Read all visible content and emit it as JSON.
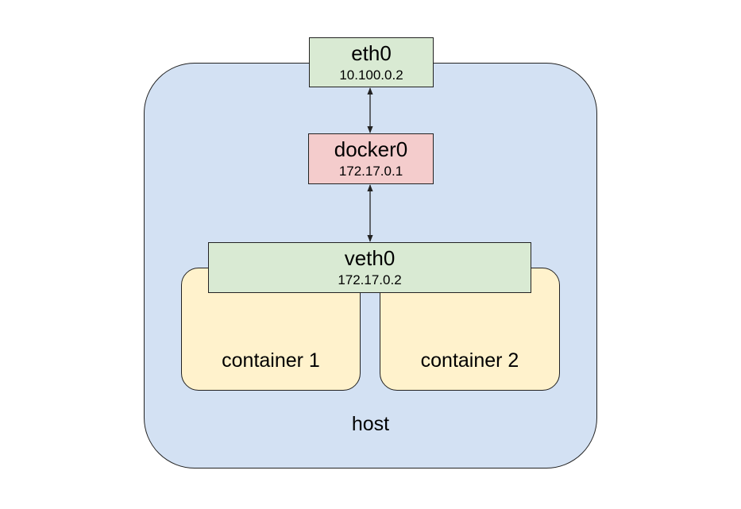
{
  "colors": {
    "host_fill": "#d3e1f3",
    "eth_fill": "#d9ead3",
    "docker_fill": "#f4cccc",
    "container_fill": "#fff2cc",
    "border": "#222222"
  },
  "host": {
    "label": "host"
  },
  "eth0": {
    "name": "eth0",
    "ip": "10.100.0.2"
  },
  "docker0": {
    "name": "docker0",
    "ip": "172.17.0.1"
  },
  "veth0": {
    "name": "veth0",
    "ip": "172.17.0.2"
  },
  "containers": [
    {
      "label": "container 1"
    },
    {
      "label": "container 2"
    }
  ]
}
